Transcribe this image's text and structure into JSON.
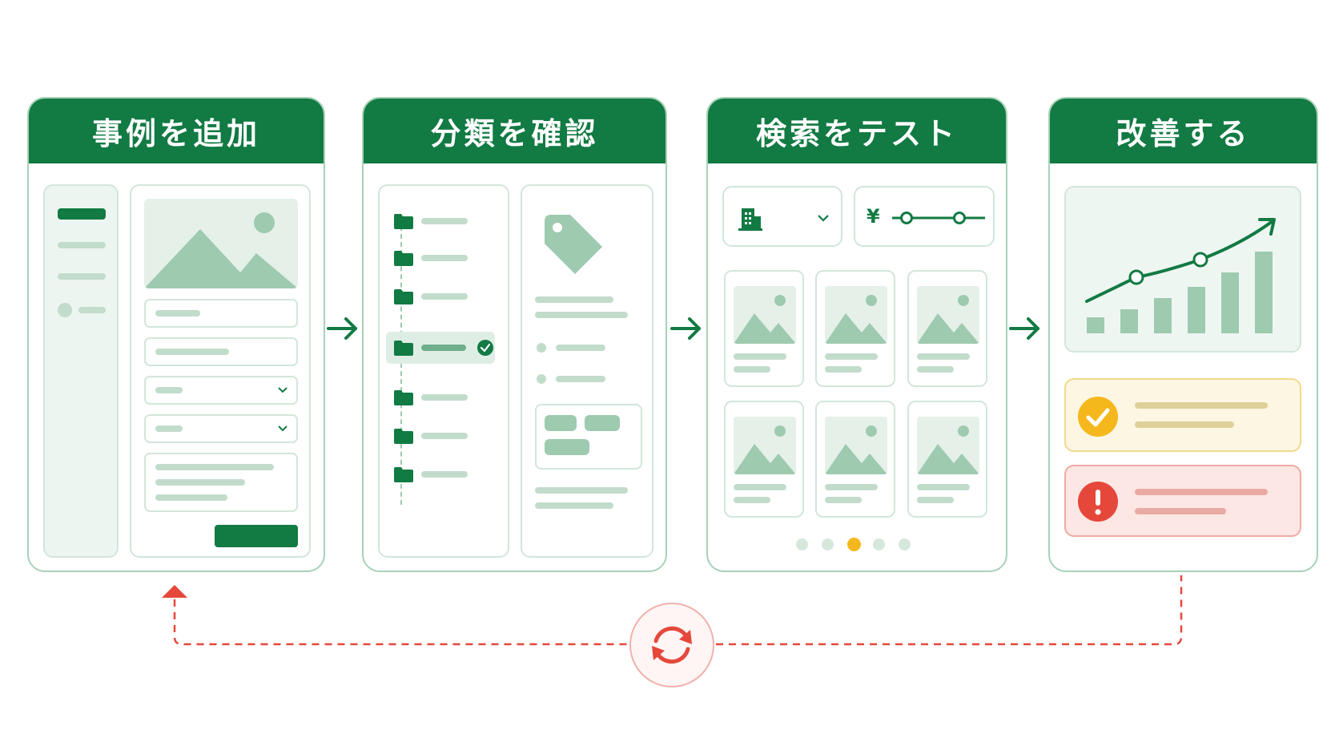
{
  "steps": [
    {
      "title": "事例を追加"
    },
    {
      "title": "分類を確認"
    },
    {
      "title": "検索をテスト"
    },
    {
      "title": "改善する"
    }
  ],
  "search": {
    "currency_symbol": "¥"
  },
  "colors": {
    "primary": "#127a43",
    "accent_light": "#9ecab0",
    "warning": "#f5b81c",
    "error": "#e5483a",
    "loop": "#e5483a"
  },
  "pagination": {
    "total": 5,
    "active": 3
  },
  "icons": [
    "image-placeholder-icon",
    "folder-icon",
    "check-circle-icon",
    "price-tag-icon",
    "building-icon",
    "chevron-down-icon",
    "trend-up-icon",
    "warning-icon",
    "error-icon",
    "refresh-cycle-icon",
    "arrow-right-icon"
  ]
}
